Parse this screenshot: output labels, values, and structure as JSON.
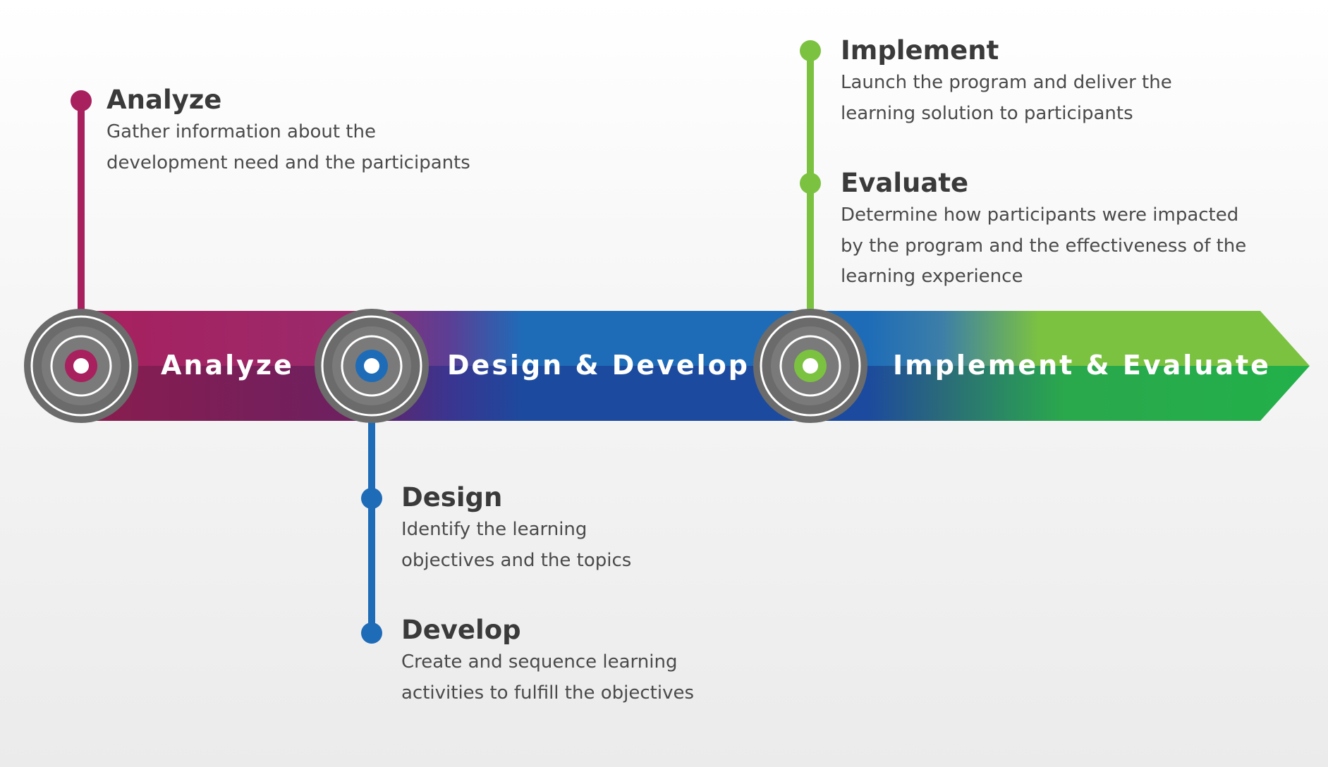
{
  "colors": {
    "analyze": "#a8205e",
    "design": "#1e6cb8",
    "implement": "#7cc241",
    "node_ring": "#6b6b6b"
  },
  "band": {
    "labels": [
      "Analyze",
      "Design & Develop",
      "Implement & Evaluate"
    ]
  },
  "steps": [
    {
      "title": "Analyze",
      "desc_lines": [
        "Gather information about the",
        "development need and the participants"
      ]
    },
    {
      "title": "Design",
      "desc_lines": [
        "Identify the learning",
        "objectives and the topics"
      ]
    },
    {
      "title": "Develop",
      "desc_lines": [
        "Create and sequence learning",
        "activities to fulfill the objectives"
      ]
    },
    {
      "title": "Implement",
      "desc_lines": [
        "Launch the program and deliver the",
        "learning solution to participants"
      ]
    },
    {
      "title": "Evaluate",
      "desc_lines": [
        "Determine how participants were impacted",
        "by the program and the effectiveness of the",
        "learning experience"
      ]
    }
  ]
}
